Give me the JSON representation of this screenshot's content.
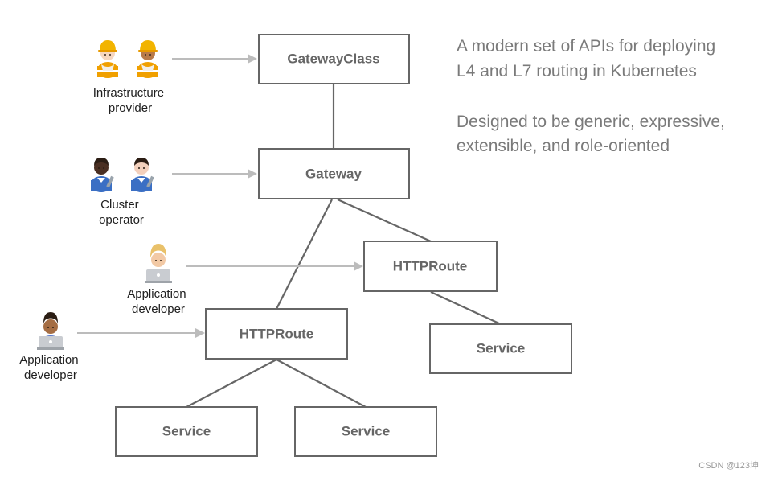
{
  "nodes": {
    "gateway_class": "GatewayClass",
    "gateway": "Gateway",
    "httproute_right": "HTTPRoute",
    "httproute_left": "HTTPRoute",
    "service_right": "Service",
    "service_bottom_left": "Service",
    "service_bottom_right": "Service"
  },
  "roles": {
    "infrastructure_provider": [
      "Infrastructure",
      "provider"
    ],
    "cluster_operator": [
      "Cluster",
      "operator"
    ],
    "application_developer_1": [
      "Application",
      "developer"
    ],
    "application_developer_2": [
      "Application",
      "developer"
    ]
  },
  "description": {
    "line1": "A modern set of APIs for deploying",
    "line2": "L4 and L7 routing in Kubernetes",
    "line3": "Designed to be generic, expressive,",
    "line4": "extensible, and role-oriented"
  },
  "watermark": "CSDN @123坤",
  "icons": {
    "infrastructure_provider": [
      "construction-worker-icon",
      "construction-worker-icon"
    ],
    "cluster_operator": [
      "mechanic-icon",
      "mechanic-icon"
    ],
    "application_developer_1": "technologist-icon",
    "application_developer_2": "technologist-icon"
  },
  "colors": {
    "box_stroke": "#666666",
    "box_text": "#666666",
    "arrow": "#bcbcbc",
    "description_text": "#7a7a7a"
  }
}
